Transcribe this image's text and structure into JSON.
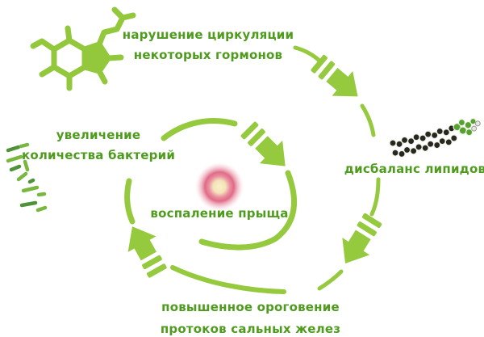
{
  "diagram": {
    "type": "cycle",
    "background": "#ffffff",
    "labels": {
      "hormones": {
        "line1": "нарушение циркуляции",
        "line2": "некоторых гормонов"
      },
      "bacteria": {
        "line1": "увеличение",
        "line2": "количества бактерий"
      },
      "lipids": "дисбаланс липидов",
      "inflammation": "воспаление прыща",
      "keratinization": {
        "line1": "повышенное ороговение",
        "line2": "протоков сальных желез"
      }
    },
    "flow": [
      "нарушение циркуляции некоторых гормонов",
      "дисбаланс липидов",
      "повышенное ороговение протоков сальных желез",
      "увеличение количества бактерий",
      "воспаление прыща"
    ],
    "colors": {
      "label_text": "#4e9b1e",
      "arrow": "#96ca3e",
      "molecule": "#93c83d",
      "bacteria_dark": "#4f9338",
      "bacteria_light": "#79b83e",
      "lipid_chain": "#28281f",
      "lipid_head": "#55a22c",
      "pimple_core": "#f8f1c6",
      "pimple_ring": "#e06b86"
    },
    "icons": {
      "hormone": "hormone-molecule-icon",
      "bacteria": "bacteria-icon",
      "lipid": "lipid-molecule-icon",
      "pimple": "pimple-glow-icon"
    }
  }
}
